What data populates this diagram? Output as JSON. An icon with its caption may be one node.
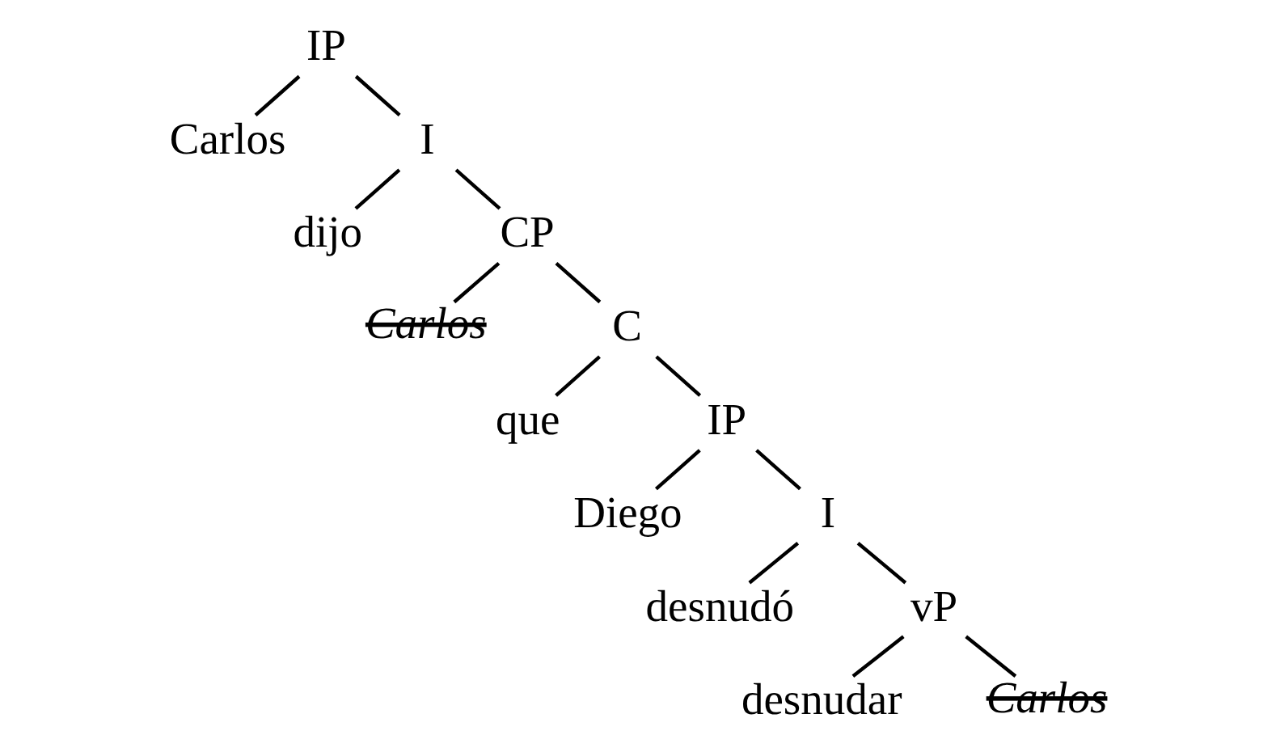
{
  "diagram": {
    "nodes": [
      {
        "text": [
          "IP"
        ]
      },
      {
        "text": [
          "Carlos"
        ]
      },
      {
        "text": [
          "I"
        ]
      },
      {
        "text": [
          "dijo"
        ]
      },
      {
        "text": [
          "CP"
        ]
      },
      {
        "text": [
          "Carlos"
        ]
      },
      {
        "text": [
          "C"
        ]
      },
      {
        "text": [
          "que"
        ]
      },
      {
        "text": [
          "IP"
        ]
      },
      {
        "text": [
          "Diego"
        ]
      },
      {
        "text": [
          "I"
        ]
      },
      {
        "text": [
          "desnudó"
        ]
      },
      {
        "text": [
          "vP"
        ]
      },
      {
        "text": [
          "desnudar"
        ]
      },
      {
        "text": [
          "Carlos"
        ]
      }
    ],
    "edges": [
      {
        "from": 0,
        "to": 1,
        "arrow": "none"
      },
      {
        "from": 0,
        "to": 2,
        "arrow": "none"
      },
      {
        "from": 2,
        "to": 3,
        "arrow": "none"
      },
      {
        "from": 2,
        "to": 4,
        "arrow": "none"
      },
      {
        "from": 4,
        "to": 5,
        "arrow": "none"
      },
      {
        "from": 4,
        "to": 6,
        "arrow": "none"
      },
      {
        "from": 6,
        "to": 7,
        "arrow": "none"
      },
      {
        "from": 6,
        "to": 8,
        "arrow": "none"
      },
      {
        "from": 8,
        "to": 9,
        "arrow": "none"
      },
      {
        "from": 8,
        "to": 10,
        "arrow": "none"
      },
      {
        "from": 10,
        "to": 11,
        "arrow": "none"
      },
      {
        "from": 10,
        "to": 12,
        "arrow": "none"
      },
      {
        "from": 12,
        "to": 13,
        "arrow": "none"
      },
      {
        "from": 12,
        "to": 14,
        "arrow": "none"
      }
    ]
  }
}
